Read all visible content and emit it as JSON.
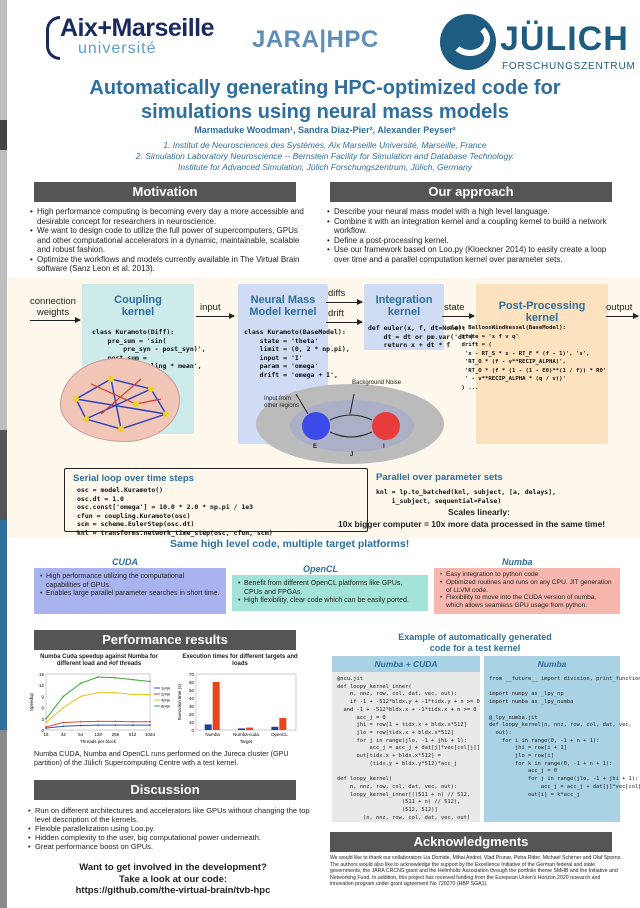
{
  "logos": {
    "amu_main": "Aix+Marseille",
    "amu_sub": "université",
    "jara": "JARA|HPC",
    "julich": "JÜLICH",
    "julich_sub": "FORSCHUNGSZENTRUM"
  },
  "title_line1": "Automatically generating HPC-optimized code for",
  "title_line2": "simulations using neural mass models",
  "authors": "Marmaduke Woodman¹, Sandra Diaz-Pier², Alexander Peyser²",
  "affiliations": [
    "1. Institut de Neurosciences des Systèmes, Aix Marseille Université, Marseille, France",
    "2. Simulation Laboratory Neuroscience -- Bernstein Facility for Simulation and Database Technology.",
    "Institute for Advanced Simulation, Jülich Forschungszentrum, Jülich, Germany"
  ],
  "motivation": {
    "header": "Motivation",
    "bullets": [
      "High performance computing is becoming every day a more accessible and desirable concept for researchers in neuroscience.",
      "We want to design code to utilize the full power of supercomputers, GPUs and other computational accelerators in a dynamic, maintainable, scalable and robust fashion.",
      "Optimize the workflows and models currently available in The Virtual Brain software (Sanz Leon et al. 2013)."
    ]
  },
  "approach": {
    "header": "Our approach",
    "bullets": [
      "Describe your neural mass model with a high level language.",
      "Combine it with an integration kernel and a coupling kernel to build a network workflow.",
      "Define a post-processing kernel.",
      "Use our framework based on Loo.py (Kloeckner 2014) to easily create a loop over time and a parallel computation kernel over parameter sets."
    ]
  },
  "diagram": {
    "connection_weights": "connection\nweights",
    "input": "input",
    "diffs": "diffs",
    "drift": "drift",
    "state": "state",
    "output": "output",
    "coupling_title": "Coupling\nkernel",
    "coupling_code": "class Kuramoto(Diff):\n    pre_sum = 'sin(\n        pre_syn - post_syn)',\n    post_sum =\n        'g_coupling * mean',",
    "nmm_title": "Neural Mass\nModel kernel",
    "nmm_code": "class Kuramoto(BaseModel):\n    state = 'theta'\n    limit = (0, 2 * np.pi),\n    input = 'I'\n    param = 'omega'\n    drift = 'omega + I',",
    "integ_title": "Integration\nkernel",
    "integ_code": "def euler(x, f, dt=None):\n    dt = dt or pm.var('dt')\n    return x + dt * f",
    "post_title": "Post-Processing\nkernel",
    "post_code": "class BalloonWindkessel(BaseModel):\n    state = 's f v q'\n    drift = (\n     'x - RT_S * s - RT_F * (f - 1)', 's',\n     'RT_O * (f - v**RECIP_ALPHA)',\n     'RT_O * (f * (1 - (1 - E0)**(1 / f)) * R0'\n     ' - v**RECIP_ALPHA * (q / v))'\n    ) ...",
    "input_regions": "Input from\nother regions",
    "bg_noise": "Background Noise",
    "lbl_E": "E",
    "lbl_I": "I",
    "lbl_J": "J",
    "serial_title": "Serial loop over time steps",
    "serial_code": "osc = model.Kuramoto()\nosc.dt = 1.0\nosc.const['omega'] = 10.0 * 2.0 * np.pi / 1e3\ncfun = coupling.Kuramoto(osc)\nscm = scheme.EulerStep(osc.dt)\nknl = transforms.network_time_step(osc, cfun, scm)",
    "parallel_title": "Parallel over parameter sets",
    "parallel_code": "knl = lp.to_batched(knl, subject, [a, delays],\n    i_subject, sequential=False)",
    "scales_1": "Scales linearly:",
    "scales_2": "10x bigger computer = 10x more data processed in the same time!"
  },
  "platforms": {
    "banner": "Same high level code, multiple target platforms!",
    "cuda": {
      "title": "CUDA",
      "color": "#a9b3ee",
      "bullets": [
        "High performance utilizing the computational capabilities of GPUs.",
        "Enables large parallel parameter searches in short time."
      ]
    },
    "opencl": {
      "title": "OpenCL",
      "color": "#a4e4d8",
      "bullets": [
        "Benefit from different OpenCL platforms like GPUs, CPUs and FPGAs.",
        "High flexibility, clear code which can be easily ported."
      ]
    },
    "numba": {
      "title": "Numba",
      "color": "#f7b7ae",
      "bullets": [
        "Easy integration to python code",
        "Optimized routines and runs on any CPU. JIT generation of LLVM code.",
        "Flexibility to move into the CUDA version of numba, which allows seamless GPU usage from python."
      ]
    }
  },
  "performance": {
    "header": "Performance results",
    "chart1_title": "Numba Cuda speedup against Numba for different load and #of threads",
    "chart1_ylabel": "Speedup",
    "chart1_xlabel": "Threads per block",
    "chart1_xticks": [
      "16",
      "32",
      "64",
      "128",
      "256",
      "512",
      "1024"
    ],
    "chart1_yticks": [
      "0",
      "3",
      "6",
      "9",
      "12",
      "15"
    ],
    "chart1_legend": [
      "1(4)k",
      "2(4)k",
      "4(4)k",
      "8(4)k"
    ],
    "chart2_title": "Execution times for different targets and loads",
    "chart2_ylabel": "Execution time (s)",
    "chart2_xlabel": "Target",
    "chart2_xticks": [
      "Numba",
      "Numba-cuda",
      "OpenCL"
    ],
    "chart2_yticks": [
      "0",
      "10",
      "20",
      "30",
      "40",
      "50",
      "60",
      "70"
    ],
    "caption": "Numba CUDA, Numba and OpenCL runs performed on the Jureca cluster (GPU partition) of the Jülich Supercomputing Centre with a test kernel."
  },
  "chart_data": [
    {
      "type": "line",
      "title": "Numba Cuda speedup against Numba for different load and #of threads",
      "xlabel": "Threads per block",
      "ylabel": "Speedup",
      "categories": [
        "16",
        "32",
        "64",
        "128",
        "256",
        "512",
        "1024"
      ],
      "ylim": [
        0,
        15
      ],
      "series": [
        {
          "name": "1(4)k",
          "color": "#2b4fbf",
          "values": [
            0.5,
            1,
            1.2,
            1.3,
            1.3,
            1.3,
            1.3
          ]
        },
        {
          "name": "2(4)k",
          "color": "#e34a2a",
          "values": [
            0.8,
            2,
            2.2,
            2.3,
            2.3,
            2.2,
            2.2
          ]
        },
        {
          "name": "4(4)k",
          "color": "#e8c21f",
          "values": [
            2,
            6,
            9,
            10,
            10,
            9.5,
            9.5
          ]
        },
        {
          "name": "8(4)k",
          "color": "#3aa83a",
          "values": [
            3,
            9,
            12.5,
            14.2,
            14,
            13.5,
            13
          ]
        }
      ]
    },
    {
      "type": "bar",
      "title": "Execution times for different targets and loads",
      "xlabel": "Target",
      "ylabel": "Execution time (s)",
      "categories": [
        "Numba",
        "Numba-cuda",
        "OpenCL"
      ],
      "ylim": [
        0,
        70
      ],
      "series": [
        {
          "color": "#1f3f9a",
          "values": [
            7,
            2,
            4
          ]
        },
        {
          "color": "#e8451d",
          "values": [
            60,
            3,
            15
          ]
        }
      ]
    }
  ],
  "discussion": {
    "header": "Discussion",
    "bullets": [
      "Run on different architectures and accelerators like GPUs without changing the top level description of the kernels.",
      "Flexible parallelization using Loo.py.",
      "Hidden complexity to the user, big computational power underneath.",
      "Great performance boost on GPUs."
    ]
  },
  "cta": {
    "line1": "Want to get involved in the development?",
    "line2": "Take a look at our code:",
    "line3": "https://github.com/the-virtual-brain/tvb-hpc"
  },
  "kernels": {
    "title_line1": "Example of automatically generated",
    "title_line2": "code for a test kernel",
    "cuda_title": "Numba + CUDA",
    "numba_title": "Numba",
    "cuda_code": "@ncu.jit\ndef loopy_kernel_inner(\n    n, nnz, row, col, dat, vec, out):\n    if -1 + -512*bldx.y + -1*tidx.y + n >= 0\n  and -1 + -512*bldx.x + -1*tidx.x + n >= 0\n      acc_j = 0\n      jhi = row[1 + tidx.x + bldx.x*512]\n      jlo = row[tidx.x + bldx.x*512]\n      for j in range(jlo, -1 + jhi + 1):\n          acc_j = acc_j + dat[j]*vec[col[j]]\n      out[tidx.x + bldx.x*512] =\n          (tidx.y + bldx.y*512)*acc_j\n\ndef loopy_kernel(\n    n, nnz, row, col, dat, vec, out):\n    loopy_kernel_inner[((511 + n) // 512,\n                    (511 + n) // 512),\n                    (512, 512)]\n        (n, nnz, row, col, dat, vec, out)",
    "numba_code": "from __future__ import division, print_function\n\nimport numpy as _lpy_np\nimport numba as _lpy_numba\n\n@_lpy_numba.jit\ndef loopy_kernel(n, nnz, row, col, dat, vec,\n  out):\n    for i in range(0, -1 + n + 1):\n        jhi = row[i + 1]\n        jlo = row[i]\n        for k in range(0, -1 + n + 1):\n            acc_j = 0\n            for j in range(jlo, -1 + jhi + 1):\n                acc_j = acc_j + dat[j]*vec[col[j]]\n            out[i] = k*acc_j"
  },
  "ack": {
    "header": "Acknowledgments",
    "text": "We would like to thank our collaborators Lia Domide, Mihai Andrei, Vlad Prunar, Petra Ritter, Michael Schirner and Olaf Sporns. The authors would also like to acknowledge the support by the Excellence Initiative of the German federal and state governments, the JARA CRCNS grant and the Helmholtz Association through the portfolio theme SMHB and the Initiative and Networking Fund. In addition, this project has received funding from the European Union's Horizon 2020 research and innovation program under grant agreement No 720270 (HBP SGA1)."
  }
}
